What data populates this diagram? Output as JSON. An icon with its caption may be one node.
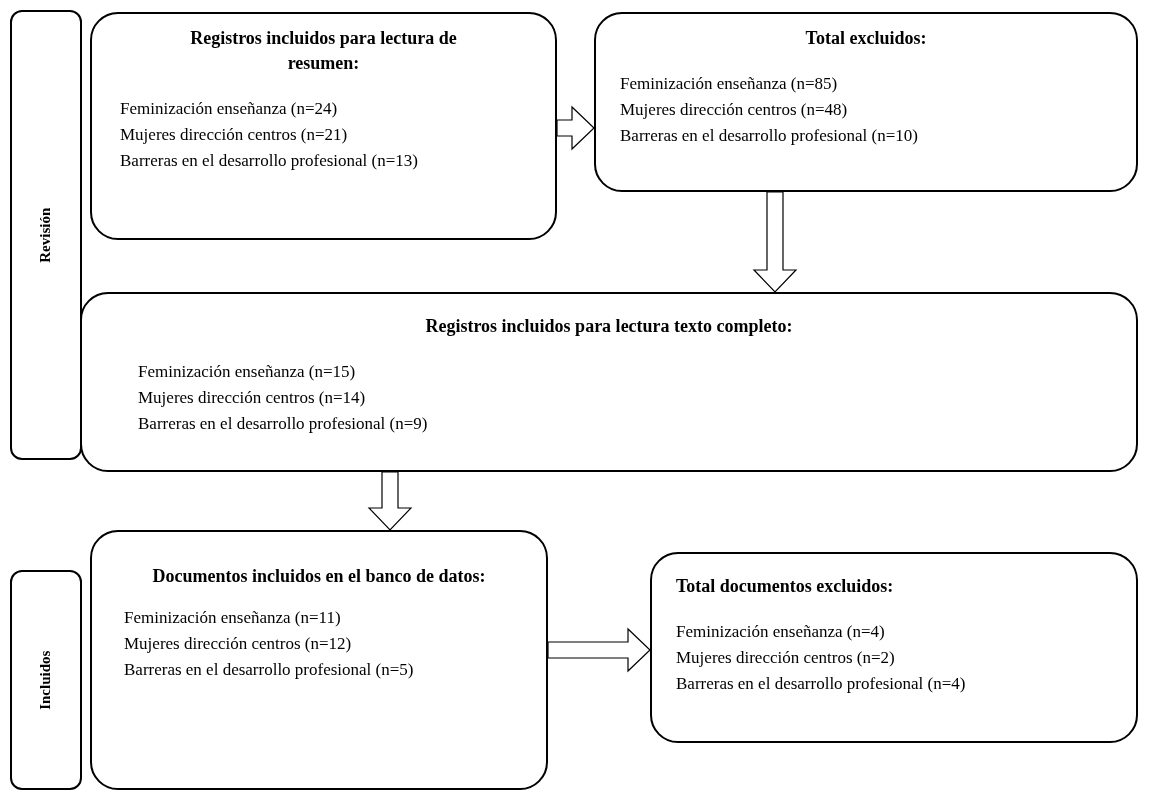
{
  "diagram": {
    "nodes": [
      {
        "text": [
          "Revisión"
        ]
      },
      {
        "text": [
          "Registros incluidos para lectura de resumen:",
          "Feminización enseñanza (n=24)",
          "Mujeres dirección centros (n=21)",
          "Barreras en el desarrollo profesional (n=13)"
        ]
      },
      {
        "text": [
          "Total excluidos:",
          "Feminización enseñanza (n=85)",
          "Mujeres dirección centros (n=48)",
          "Barreras en el desarrollo profesional (n=10)"
        ]
      },
      {
        "text": [
          "Registros incluidos para lectura texto completo:",
          "Feminización enseñanza (n=15)",
          "Mujeres dirección centros (n=14)",
          "Barreras en el desarrollo profesional (n=9)"
        ]
      },
      {
        "text": [
          "Incluidos"
        ]
      },
      {
        "text": [
          "Documentos incluidos en el banco de datos:",
          "Feminización enseñanza (n=11)",
          "Mujeres dirección centros (n=12)",
          "Barreras en el desarrollo profesional (n=5)"
        ]
      },
      {
        "text": [
          "Total documentos excluidos:",
          "Feminización enseñanza (n=4)",
          "Mujeres dirección centros (n=2)",
          "Barreras en el desarrollo profesional (n=4)"
        ]
      }
    ],
    "edges": [
      {
        "from": 1,
        "to": 2,
        "arrow": "to"
      },
      {
        "from": 2,
        "to": 3,
        "arrow": "to"
      },
      {
        "from": 3,
        "to": 5,
        "arrow": "to"
      },
      {
        "from": 5,
        "to": 6,
        "arrow": "to"
      }
    ]
  }
}
